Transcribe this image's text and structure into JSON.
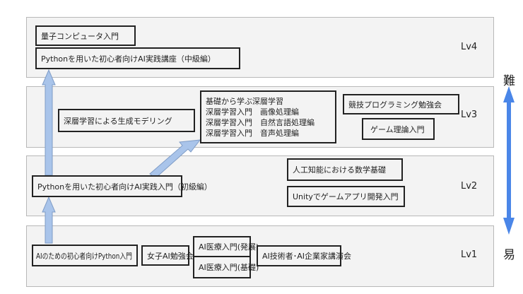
{
  "levels": [
    {
      "label": "Lv4"
    },
    {
      "label": "Lv3"
    },
    {
      "label": "Lv2"
    },
    {
      "label": "Lv1"
    }
  ],
  "difficulty": {
    "hard": "難",
    "easy": "易"
  },
  "courses": {
    "quantum": "量子コンピュータ入門",
    "python_intermediate": "Pythonを用いた初心者向けAI実践講座（中級編）",
    "generative": "深層学習による生成モデリング",
    "deep_learning": [
      "基礎から学ぶ深層学習",
      "深層学習入門　画像処理編",
      "深層学習入門　自然言語処理編",
      "深層学習入門　音声処理編"
    ],
    "competitive": "競技プログラミング勉強会",
    "game_theory": "ゲーム理論入門",
    "math": "人工知能における数学基礎",
    "unity": "Unityでゲームアプリ開発入門",
    "python_beginner": "Pythonを用いた初心者向けAI実践入門（初級編）",
    "python_intro": "AIのための初心者向けPython入門",
    "women_ai": "女子AI勉強会",
    "medical_advanced": "AI医療入門(発展)",
    "medical_basic": "AI医療入門(基礎)",
    "lecture": "AI技術者･AI企業家講演会"
  },
  "colors": {
    "band": "#f3f3f3",
    "path_arrow": "#a9c4ea",
    "difficulty_arrow": "#4a86e8"
  }
}
